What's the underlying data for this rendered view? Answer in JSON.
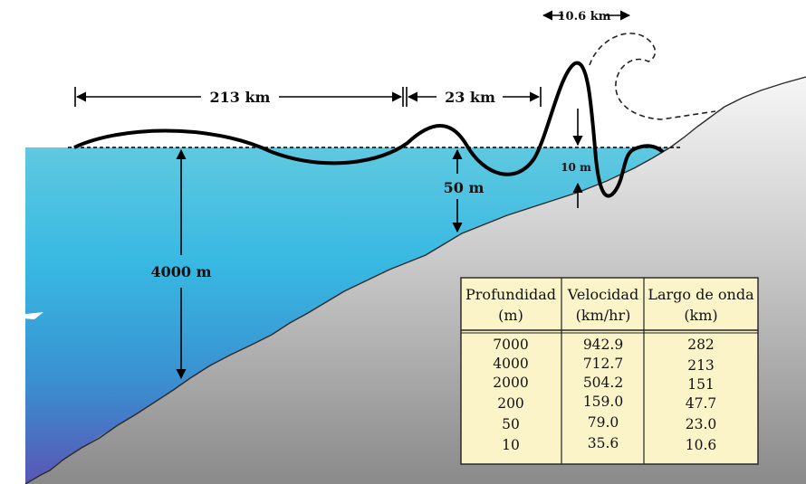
{
  "labels": {
    "wavelength_deep": "213 km",
    "wavelength_mid": "23 km",
    "wavelength_shore": "10.6 km",
    "depth_deep": "4000 m",
    "depth_mid": "50 m",
    "wave_height": "10 m"
  },
  "table": {
    "headers": [
      [
        "Profundidad",
        "(m)"
      ],
      [
        "Velocidad",
        "(km/hr)"
      ],
      [
        "Largo de onda",
        "(km)"
      ]
    ],
    "rows": [
      [
        "7000",
        "942.9",
        "282"
      ],
      [
        "4000",
        "712.7",
        "213"
      ],
      [
        "2000",
        "504.2",
        "151"
      ],
      [
        "200",
        "159.0",
        "47.7"
      ],
      [
        "50",
        "79.0",
        "23.0"
      ],
      [
        "10",
        "35.6",
        "10.6"
      ]
    ]
  },
  "colors": {
    "water_top": "#5bc8e0",
    "water_mid": "#2fb5e0",
    "water_bottom": "#5a57b8",
    "land_top": "#f4f4f4",
    "land_bottom": "#8e8e8e",
    "table_bg": "#fbf4c8"
  }
}
